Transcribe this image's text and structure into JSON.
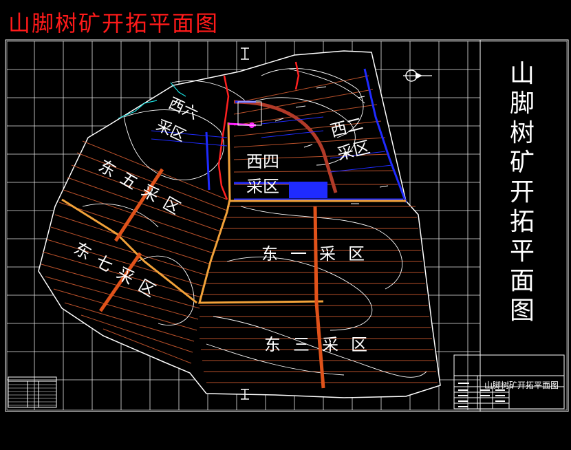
{
  "drawing": {
    "header_title": "山脚树矿开拓平面图",
    "side_title": [
      "山",
      "脚",
      "树",
      "矿",
      "开",
      "拓",
      "平",
      "面",
      "图"
    ],
    "title_block": {
      "main_title": "山脚树矿开拓平面图"
    }
  },
  "zones": {
    "west_six_line1": "西六",
    "west_six_line2": "采区",
    "west_four_line1": "西四",
    "west_four_line2": "采区",
    "west_two_line1": "西二",
    "west_two_line2": "采区",
    "east_five": "东五采区",
    "east_seven": "东七采区",
    "east_one": "东一采区",
    "east_three": "东三采区"
  },
  "colors": {
    "background": "#000000",
    "grid": "#ffffff",
    "header_title": "#ff1a1a",
    "contour": "#ffffff",
    "seam_lines": "#b8502a",
    "roadway_main": "#f2a23a",
    "roadway_orange": "#e0521a",
    "roadway_blue": "#1f2bff",
    "river": "#ff2020",
    "accent_cyan": "#19e0e0",
    "accent_magenta": "#ff22ff"
  },
  "icons": [
    "north-arrow-icon"
  ]
}
